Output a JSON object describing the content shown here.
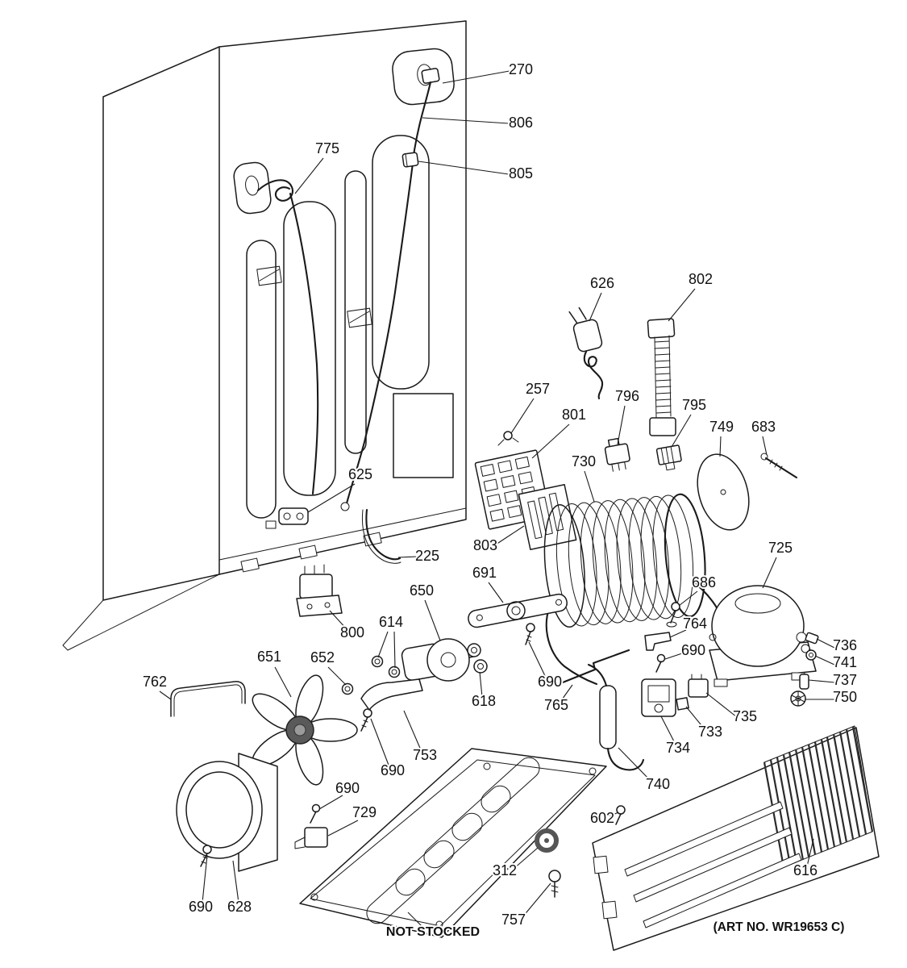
{
  "diagram": {
    "type": "exploded-parts-diagram",
    "subject": "refrigerator sealed system / machine compartment",
    "ink_color": "#1a1a1a",
    "background": "#ffffff"
  },
  "callouts": {
    "c270": "270",
    "c806": "806",
    "c805": "805",
    "c775": "775",
    "c626": "626",
    "c802": "802",
    "c257": "257",
    "c801": "801",
    "c796": "796",
    "c795": "795",
    "c749": "749",
    "c683": "683",
    "c730": "730",
    "c625": "625",
    "c225": "225",
    "c803": "803",
    "c691": "691",
    "c650": "650",
    "c686": "686",
    "c725": "725",
    "c764": "764",
    "c690a": "690",
    "c690b": "690",
    "c690c": "690",
    "c690d": "690",
    "c690e": "690",
    "c736": "736",
    "c741": "741",
    "c737": "737",
    "c750": "750",
    "c800": "800",
    "c614": "614",
    "c651": "651",
    "c652": "652",
    "c618": "618",
    "c765": "765",
    "c735": "735",
    "c733": "733",
    "c734": "734",
    "c753": "753",
    "c740": "740",
    "c602": "602",
    "c729": "729",
    "c762": "762",
    "c628": "628",
    "c312": "312",
    "c757": "757",
    "c616": "616"
  },
  "notes": {
    "not_stocked": "NOT STOCKED",
    "art_no": "(ART NO. WR19653 C)"
  }
}
